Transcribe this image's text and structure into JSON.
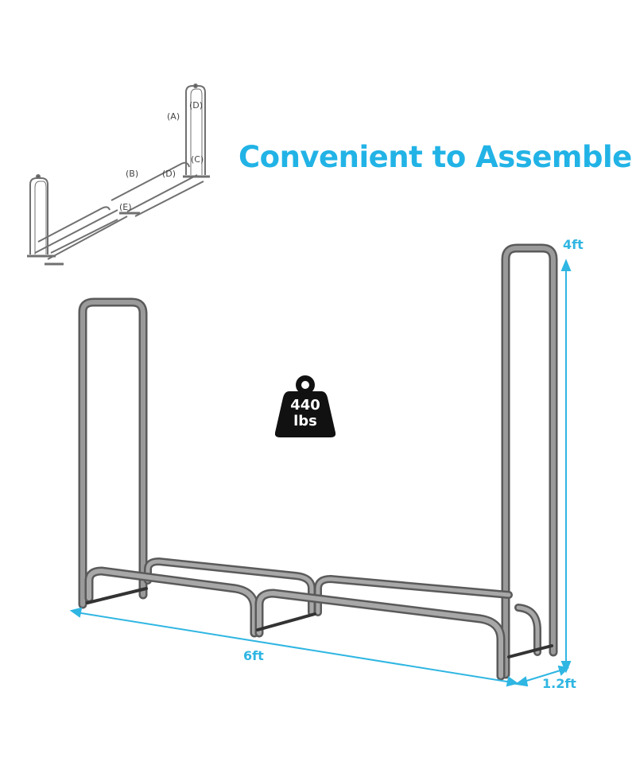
{
  "headline": "Convenient to Assemble",
  "diagram": {
    "parts": [
      "(A)",
      "(B)",
      "(C)",
      "(D)",
      "(D)",
      "(E)"
    ]
  },
  "dimensions": {
    "height": "4ft",
    "length": "6ft",
    "depth": "1.2ft"
  },
  "capacity": {
    "value": "440",
    "unit": "lbs",
    "icon": "weight-icon"
  },
  "colors": {
    "accent": "#22b3e6",
    "frame": "#8a8a8a",
    "frame_dark": "#555555"
  }
}
